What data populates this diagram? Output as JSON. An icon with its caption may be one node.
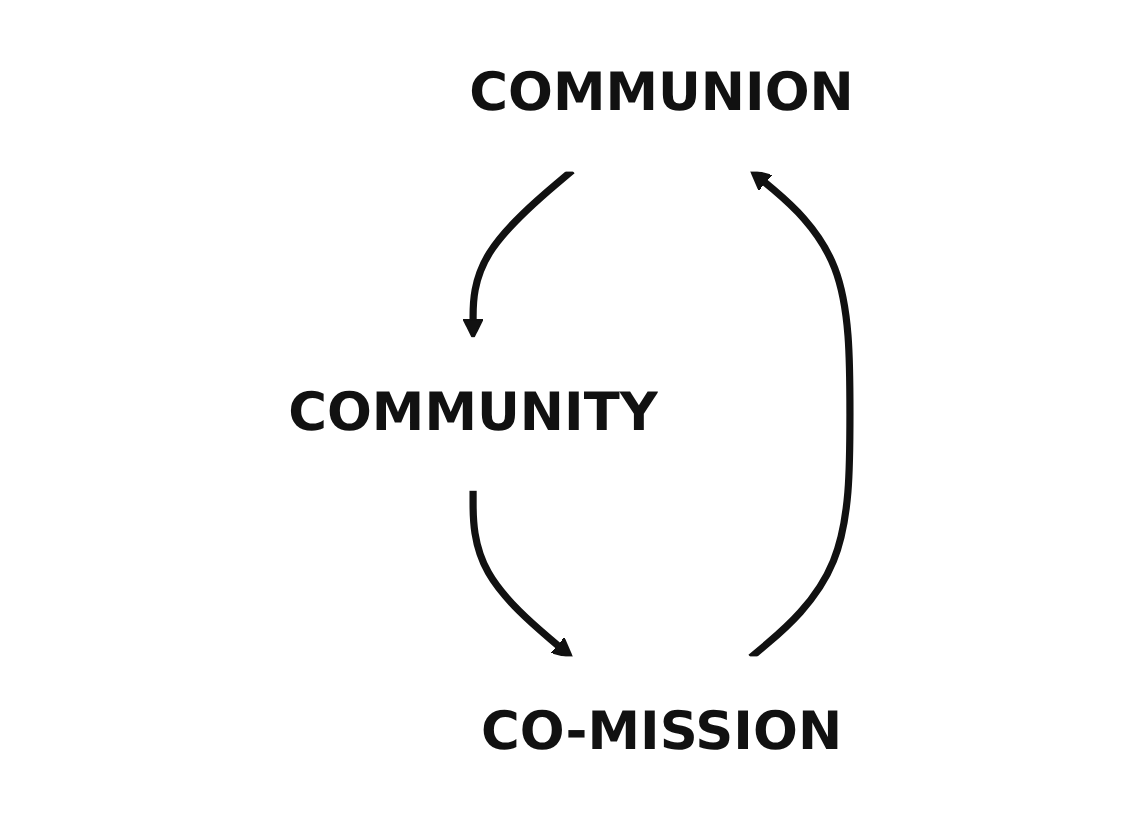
{
  "diagram": {
    "nodes": [
      {
        "text": [
          "COMMUNION"
        ]
      },
      {
        "text": [
          "COMMUNITY"
        ]
      },
      {
        "text": [
          "CO-MISSION"
        ]
      }
    ],
    "edges": [
      {
        "from": 0,
        "to": 1,
        "arrow": "to"
      },
      {
        "from": 1,
        "to": 2,
        "arrow": "to"
      },
      {
        "from": 2,
        "to": 0,
        "arrow": "to"
      }
    ]
  }
}
